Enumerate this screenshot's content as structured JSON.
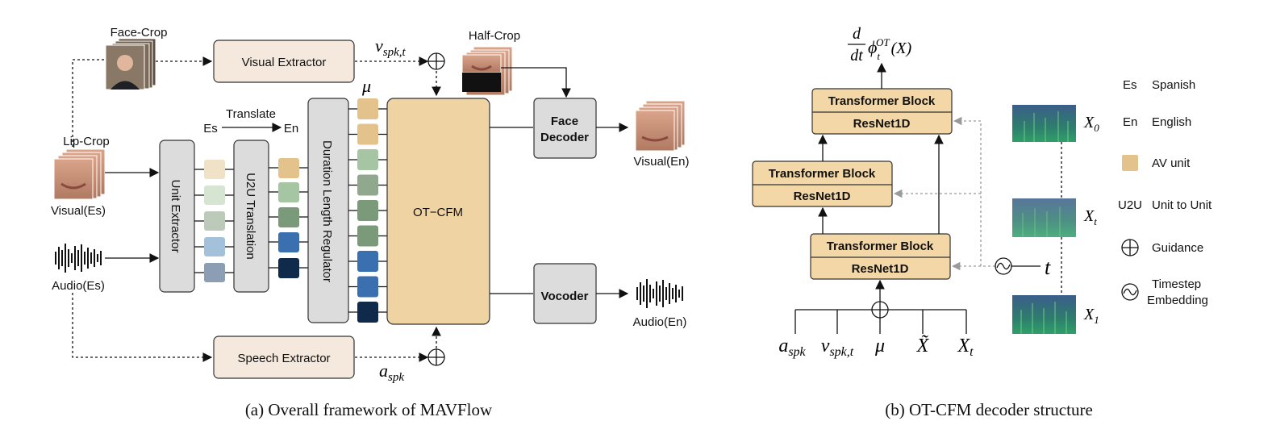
{
  "panel_a": {
    "caption": "(a) Overall framework of MAVFlow",
    "face_crop": "Face-Crop",
    "half_crop": "Half-Crop",
    "lip_crop": "Lip-Crop",
    "visual_es": "Visual(Es)",
    "audio_es": "Audio(Es)",
    "visual_en": "Visual(En)",
    "audio_en": "Audio(En)",
    "translate": "Translate",
    "es": "Es",
    "en": "En",
    "visual_extractor": "Visual Extractor",
    "speech_extractor": "Speech Extractor",
    "unit_extractor": "Unit Extractor",
    "u2u_translation": "U2U Translation",
    "duration_regulator": "Duration Length Regulator",
    "ot_cfm": "OT−CFM",
    "face_decoder_line1": "Face",
    "face_decoder_line2": "Decoder",
    "vocoder": "Vocoder",
    "v_spk": "v",
    "v_spk_sub": "spk,t",
    "a_spk": "a",
    "a_spk_sub": "spk",
    "mu": "μ"
  },
  "panel_b": {
    "caption": "(b) OT-CFM decoder structure",
    "transformer_block": "Transformer Block",
    "resnet": "ResNet1D",
    "output_d": "d",
    "output_dt": "dt",
    "output_phi": "ϕ",
    "output_phi_sup": "OT",
    "output_phi_sub": "t",
    "output_arg": "(X)",
    "inputs": [
      {
        "main": "a",
        "sub": "spk"
      },
      {
        "main": "v",
        "sub": "spk,t"
      },
      {
        "main": "μ",
        "sub": ""
      },
      {
        "main": "X̃",
        "sub": ""
      },
      {
        "main": "X",
        "sub": "t"
      }
    ],
    "t_label": "t",
    "spec_labels": [
      {
        "main": "X",
        "sub": "0"
      },
      {
        "main": "X",
        "sub": "t"
      },
      {
        "main": "X",
        "sub": "1"
      }
    ]
  },
  "legend": [
    {
      "key": "Es",
      "text": "Spanish"
    },
    {
      "key": "En",
      "text": "English"
    },
    {
      "key": "",
      "text": "AV unit"
    },
    {
      "key": "U2U",
      "text": "Unit to Unit"
    },
    {
      "key": "",
      "text": "Guidance"
    },
    {
      "key": "",
      "text": "Timestep"
    },
    {
      "key": "",
      "text": "Embedding"
    }
  ],
  "colors": {
    "extractor_fill": "#f4e9dc",
    "grey_box": "#dcdcdc",
    "ot_cfm_fill": "#efd3a3",
    "block_fill": "#f3d7a6",
    "av_unit": "#e3c38b",
    "lip_units": [
      "#f0e2c6",
      "#d5e5d2",
      "#bccbb9",
      "#a4c1dc",
      "#8c9eb4"
    ],
    "u2u_units": [
      "#e3c38b",
      "#a6c6a3",
      "#7a9a7a",
      "#3a6fb0",
      "#0f2a4a"
    ],
    "dur_units": [
      "#e3c38b",
      "#e3c38b",
      "#a6c6a3",
      "#8fa88e",
      "#7a9a7a",
      "#7a9a7a",
      "#3a6fb0",
      "#3a6fb0",
      "#0f2a4a"
    ]
  }
}
